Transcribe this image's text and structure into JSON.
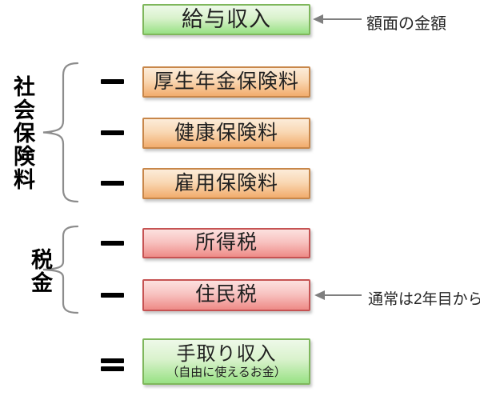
{
  "diagram": {
    "income_box": {
      "label": "給与収入"
    },
    "annotation_income": {
      "text": "額面の金額"
    },
    "social_group": {
      "label": "社会保険料",
      "items": [
        {
          "label": "厚生年金保険料"
        },
        {
          "label": "健康保険料"
        },
        {
          "label": "雇用保険料"
        }
      ]
    },
    "tax_group": {
      "label": "税金",
      "items": [
        {
          "label": "所得税"
        },
        {
          "label": "住民税"
        }
      ]
    },
    "annotation_tax": {
      "text": "通常は2年目から"
    },
    "result_box": {
      "label": "手取り収入",
      "sublabel": "（自由に使えるお金）"
    },
    "operators": {
      "minus": "−",
      "equals": "＝"
    },
    "colors": {
      "income_border": "#7fb75c",
      "income_fill_top": "#eef9e9",
      "income_fill_bottom": "#98e184",
      "social_border": "#c8874a",
      "social_fill_top": "#fcecd9",
      "social_fill_bottom": "#f2ac6c",
      "tax_border": "#c65353",
      "tax_fill_top": "#fce1df",
      "tax_fill_bottom": "#ee8b87",
      "arrow": "#7f7f7f",
      "brace": "#8c8c8c",
      "operator": "#000000",
      "text": "#1f1f1f"
    }
  }
}
